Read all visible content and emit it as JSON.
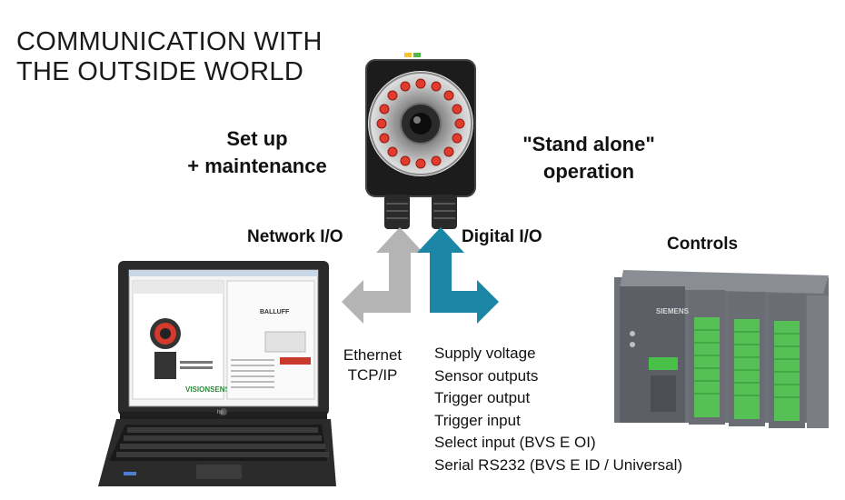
{
  "title": [
    "COMMUNICATION WITH",
    "THE OUTSIDE WORLD"
  ],
  "setup_label": [
    "Set up",
    "+ maintenance"
  ],
  "standalone_label": [
    "\"Stand alone\"",
    "operation"
  ],
  "network_io_label": "Network I/O",
  "digital_io_label": "Digital I/O",
  "controls_label": "Controls",
  "ethernet_label": [
    "Ethernet",
    "TCP/IP"
  ],
  "digital_signals": [
    "Supply voltage",
    "Sensor outputs",
    "Trigger output",
    "Trigger input",
    "Select input (BVS E OI)",
    "Serial RS232 (BVS E ID / Universal)"
  ],
  "laptop_screen": {
    "brand": "BALLUFF",
    "product": "VISIONSENSOR"
  },
  "laptop_logo": "hp",
  "plc_brand": "SIEMENS",
  "colors": {
    "network_arrow": "#b4b4b4",
    "digital_arrow": "#1b86a6",
    "sensor_led": "#e23b2e"
  }
}
